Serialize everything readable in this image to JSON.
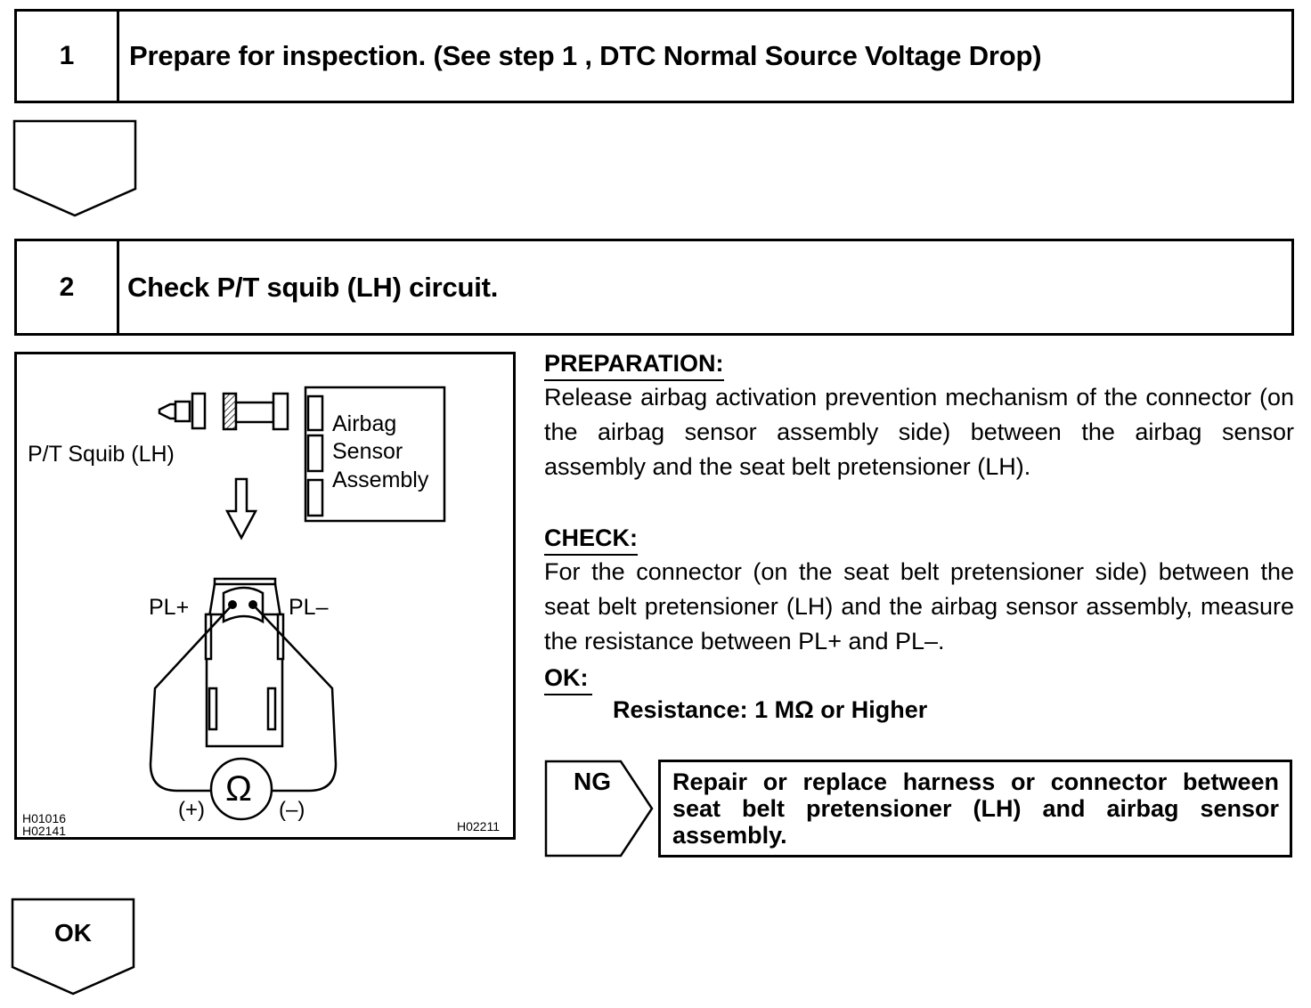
{
  "step1": {
    "number": "1",
    "title": "Prepare for inspection. (See step 1 , DTC Normal Source Voltage Drop)"
  },
  "step2": {
    "number": "2",
    "title": "Check P/T squib (LH) circuit."
  },
  "diagram": {
    "squib_label": "P/T Squib (LH)",
    "sensor_label_line1": "Airbag",
    "sensor_label_line2": "Sensor",
    "sensor_label_line3": "Assembly",
    "terminal_plus": "PL+",
    "terminal_minus": "PL–",
    "meter_symbol": "Ω",
    "meter_plus": "(+)",
    "meter_minus": "(–)",
    "code_1": "H01016",
    "code_2": "H02141",
    "code_3": "H02211"
  },
  "preparation": {
    "heading": "PREPARATION:",
    "text": "Release airbag activation prevention mechanism of the connector (on the airbag sensor assembly side) between the airbag sensor assembly and the seat belt pretensioner (LH)."
  },
  "check": {
    "heading": "CHECK:",
    "text": "For the connector (on the seat belt pretensioner side) between the seat belt pretensioner (LH) and the airbag sensor assembly, measure the resistance between PL+ and PL–."
  },
  "ok_spec": {
    "heading": "OK:",
    "value": "Resistance: 1 MΩ or Higher"
  },
  "ng": {
    "label": "NG",
    "action": "Repair or replace harness or connector between seat belt pretensioner (LH) and airbag sensor assembly."
  },
  "ok_result": {
    "label": "OK"
  }
}
